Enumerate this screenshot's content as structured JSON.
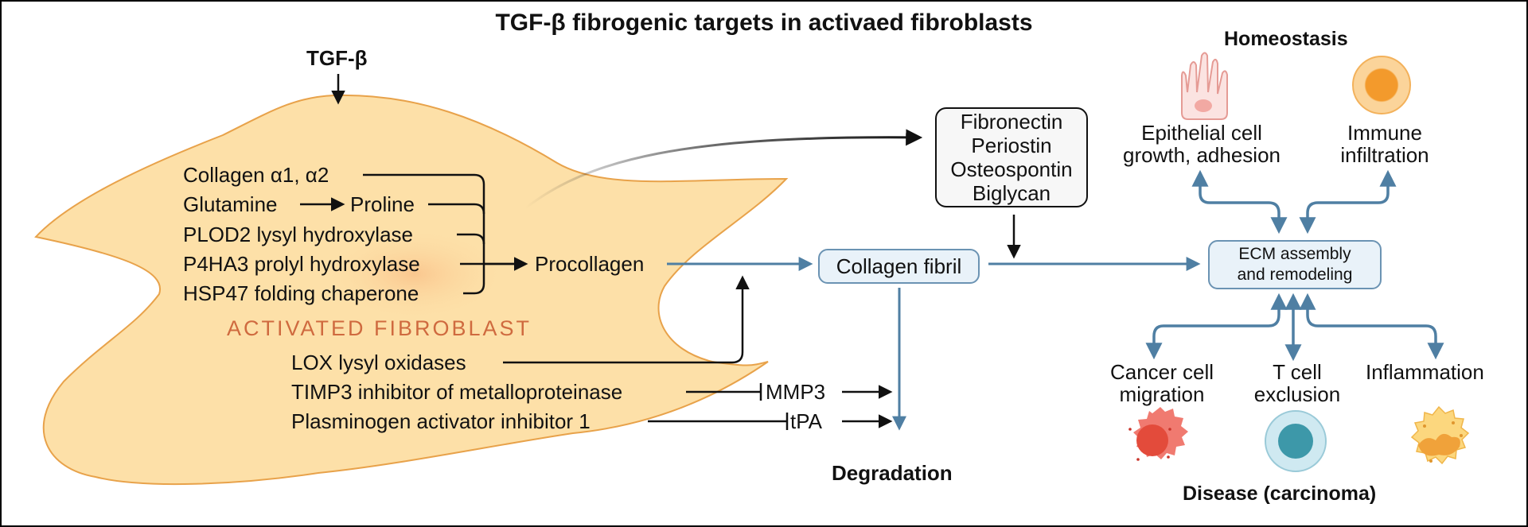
{
  "title": "TGF-β fibrogenic targets in activaed fibroblasts",
  "tgf_label": "TGF-β",
  "fibroblast": {
    "label": "ACTIVATED FIBROBLAST",
    "genes": [
      "Collagen α1, α2",
      "Glutamine",
      "Proline",
      "PLOD2 lysyl hydroxylase",
      "P4HA3 prolyl hydroxylase",
      "HSP47 folding chaperone"
    ],
    "procollagen": "Procollagen",
    "lox": "LOX lysyl oxidases",
    "timp3": "TIMP3 inhibitor of metalloproteinase",
    "pai1": "Plasminogen activator inhibitor 1",
    "mmp3": "MMP3",
    "tpa": "tPA"
  },
  "matrix_box": [
    "Fibronectin",
    "Periostin",
    "Osteospontin",
    "Biglycan"
  ],
  "collagen_fibril": "Collagen fibril",
  "degradation": "Degradation",
  "ecm": [
    "ECM assembly",
    "and remodeling"
  ],
  "homeostasis": {
    "title": "Homeostasis",
    "epithelial": [
      "Epithelial cell",
      "growth, adhesion"
    ],
    "immune": [
      "Immune",
      "infiltration"
    ]
  },
  "disease": {
    "title": "Disease (carcinoma)",
    "cancer": [
      "Cancer cell",
      "migration"
    ],
    "tcell": [
      "T cell",
      "exclusion"
    ],
    "inflammation": "Inflammation"
  },
  "colors": {
    "fibroblast_fill": "#fde0a8",
    "fibroblast_stroke": "#e8a24a",
    "fibroblast_label": "#cf6a3f",
    "blue_arrow": "#4f7fa3",
    "box_blue_fill": "#e9f2f9",
    "box_blue_stroke": "#6b93b3"
  }
}
